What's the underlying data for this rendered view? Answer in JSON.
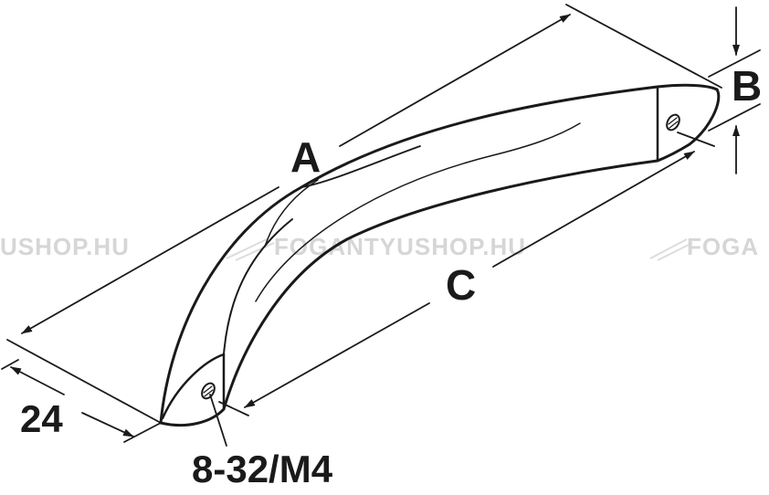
{
  "watermark": {
    "left": "USHOP.HU",
    "center": "FOGANTYUSHOP.HU",
    "right": "FOGA"
  },
  "dimensions": {
    "a": "A",
    "b": "B",
    "c": "C",
    "width": "24",
    "thread": "8-32/M4"
  },
  "colors": {
    "line": "#1a1a1a",
    "watermark": "#d6d6d6",
    "background": "#ffffff"
  }
}
